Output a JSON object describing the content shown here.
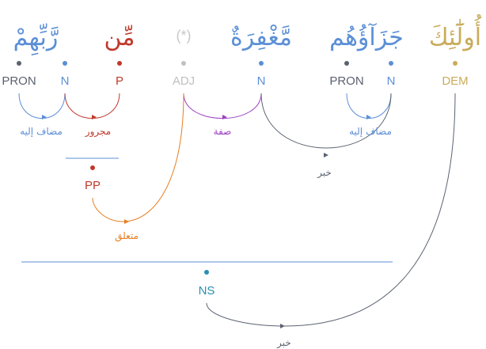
{
  "words": [
    {
      "id": "w1",
      "text": "أُولَٰٓئِكَ",
      "color": "#c9ac5a"
    },
    {
      "id": "w2",
      "text": "جَزَآؤُهُم",
      "color": "#5b8fd6"
    },
    {
      "id": "w3",
      "text": "مَّغْفِرَةٌ",
      "color": "#5b8fd6"
    },
    {
      "id": "w4",
      "text": "(*)",
      "color": "#c8c8c8"
    },
    {
      "id": "w5",
      "text": "مِّن",
      "color": "#c0392b"
    },
    {
      "id": "w6",
      "text": "رَّبِّهِمْ",
      "color": "#5b8fd6"
    }
  ],
  "tags": [
    {
      "id": "t_dem",
      "label": "DEM",
      "color": "#c9ac5a"
    },
    {
      "id": "t_n1",
      "label": "N",
      "color": "#5b8fd6"
    },
    {
      "id": "t_pron1",
      "label": "PRON",
      "color": "#5a6270"
    },
    {
      "id": "t_n2",
      "label": "N",
      "color": "#5b8fd6"
    },
    {
      "id": "t_adj",
      "label": "ADJ",
      "color": "#c0c0c0"
    },
    {
      "id": "t_p",
      "label": "P",
      "color": "#c0392b"
    },
    {
      "id": "t_n3",
      "label": "N",
      "color": "#5b8fd6"
    },
    {
      "id": "t_pron2",
      "label": "PRON",
      "color": "#5a6270"
    },
    {
      "id": "t_pp",
      "label": "PP",
      "color": "#c0392b"
    },
    {
      "id": "t_ns",
      "label": "NS",
      "color": "#2a8fb3"
    }
  ],
  "relations": [
    {
      "id": "r_mudaf1",
      "label": "مضاف إليه",
      "color": "#5b8fd6"
    },
    {
      "id": "r_khabar1",
      "label": "خبر",
      "color": "#5a6270"
    },
    {
      "id": "r_sifa",
      "label": "صفة",
      "color": "#9b3fc4"
    },
    {
      "id": "r_majrur",
      "label": "مجرور",
      "color": "#c0392b"
    },
    {
      "id": "r_mudaf2",
      "label": "مضاف إليه",
      "color": "#5b8fd6"
    },
    {
      "id": "r_mutaallaq",
      "label": "متعلق",
      "color": "#e67e22"
    },
    {
      "id": "r_khabar2",
      "label": "خبر",
      "color": "#5a6270"
    }
  ]
}
